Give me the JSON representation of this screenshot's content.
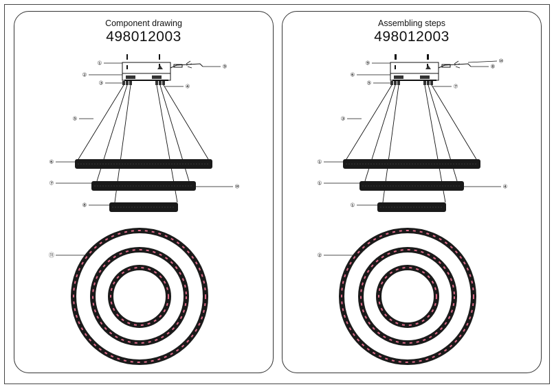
{
  "panels": [
    {
      "title": "Component drawing",
      "code": "498012003",
      "callouts": {
        "driver": "①",
        "canopy": "②",
        "clamp_left": "③",
        "clamp_right": "④",
        "wire": "⑤",
        "ring_top": "⑥",
        "ring_mid": "⑦",
        "ring_bottom": "⑧",
        "cable": "⑨",
        "ring_mid_right": "⑩",
        "ring_view": "⑪"
      }
    },
    {
      "title": "Assembling steps",
      "code": "498012003",
      "callouts": {
        "driver": "⑨",
        "canopy": "⑥",
        "clamp_left": "⑤",
        "clamp_right": "⑦",
        "wire": "③",
        "ring_top": "①",
        "ring_mid": "①",
        "ring_bottom": "①",
        "cable": "⑧",
        "cable_top": "⑩",
        "ring_mid_right": "④",
        "ring_view": "②"
      }
    }
  ],
  "colors": {
    "line": "#111111",
    "ring_dark": "#1a1a1a",
    "led_pink": "#e06b8a"
  }
}
